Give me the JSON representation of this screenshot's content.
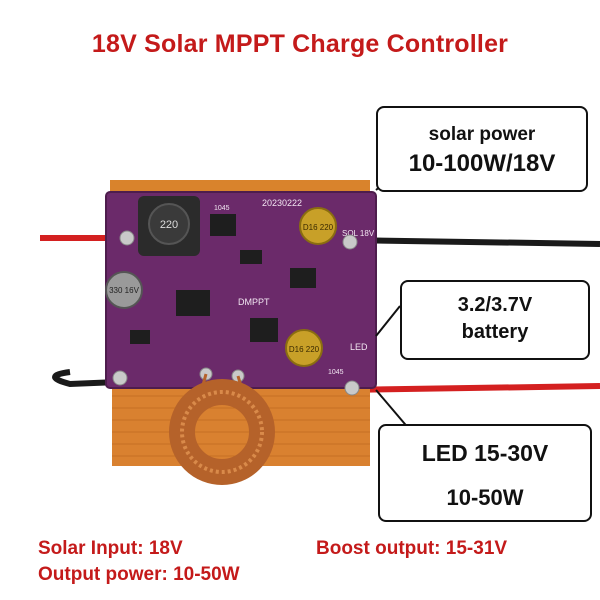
{
  "title": "18V Solar MPPT Charge Controller",
  "callouts": {
    "solar": {
      "line1": "solar power",
      "line2": "10-100W/18V"
    },
    "battery": {
      "line1": "3.2/3.7V",
      "line2": "battery"
    },
    "led": {
      "line1": "LED 15-30V",
      "line2": "10-50W"
    }
  },
  "specs": {
    "solar_input": "Solar Input: 18V",
    "boost_output": "Boost output: 15-31V",
    "output_power": "Output power: 10-50W"
  },
  "board_markings": {
    "date_code": "20230222",
    "board_name": "DMPPT",
    "inductor": "220",
    "solar_terminal": "SOL 18V",
    "led_terminal": "LED",
    "cap_top": "D16 220",
    "cap_left": "330 16V",
    "cap_mid": "D16 220",
    "part_1045_a": "1045",
    "part_1045_b": "1045"
  },
  "colors": {
    "title_red": "#c41a1a",
    "pcb_purple": "#6b2a6a",
    "heatsink_copper": "#d9832c",
    "wire_red": "#d42020",
    "wire_black": "#1a1a1a"
  }
}
